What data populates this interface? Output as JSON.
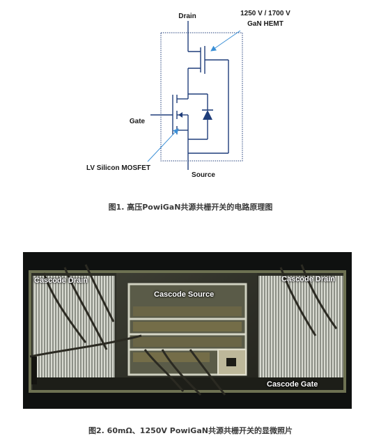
{
  "figure1": {
    "labels": {
      "drain": "Drain",
      "device_rating": "1250 V / 1700 V",
      "device_type": "GaN HEMT",
      "gate": "Gate",
      "mosfet": "LV Silicon MOSFET",
      "source": "Source"
    },
    "caption": "图1. 高压PowiGaN共源共栅开关的电路原理图"
  },
  "figure2": {
    "labels": {
      "drain_left": "Cascode Drain",
      "drain_right": "Cascode Drain",
      "source": "Cascode Source",
      "gate": "Cascode Gate"
    },
    "caption": "图2. 60mΩ、1250V PowiGaN共源共栅开关的显微照片"
  },
  "colors": {
    "wire": "#1f3d7a",
    "annotation_arrow": "#3a8fd6",
    "diode_fill": "#1f3d7a"
  }
}
